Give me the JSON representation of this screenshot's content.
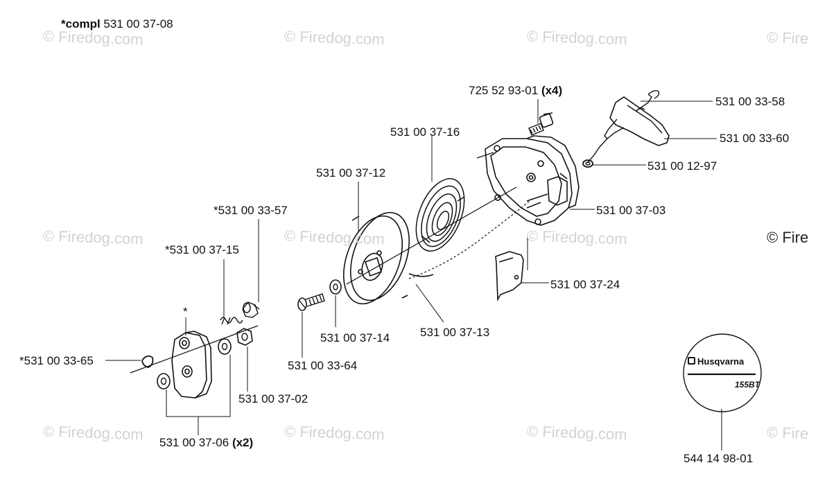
{
  "header": {
    "prefix": "*compl",
    "part": "531 00 37-08"
  },
  "watermark": {
    "text": "© Firedog.com",
    "text_cut": "© Fire",
    "side_text": "© Fire"
  },
  "callouts": {
    "bolt": {
      "part": "725 52 93-01",
      "qty": "(x4)"
    },
    "handle_top": "531 00 33-58",
    "handle": "531 00 33-60",
    "rope_guide": "531 00 12-97",
    "housing": "531 00 37-03",
    "spring": "531 00 37-16",
    "pulley": "531 00 37-12",
    "pawl_pin": "*531 00 33-57",
    "spring_small": "*531 00 37-15",
    "star": "*",
    "circlip": "*531 00 33-65",
    "nut": "531 00 37-02",
    "washer_pair": {
      "part": "531 00 37-06",
      "qty": "(x2)"
    },
    "screw": "531 00 33-64",
    "washer": "531 00 37-14",
    "rope": "531 00 37-13",
    "plate": "531 00 37-24",
    "decal": "544 14 98-01"
  },
  "decal": {
    "brand": "Husqvarna",
    "model": "155BT"
  }
}
